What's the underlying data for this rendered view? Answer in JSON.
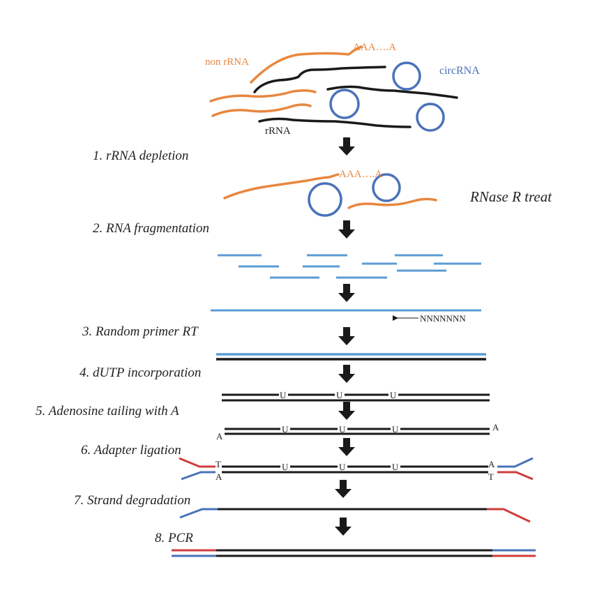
{
  "colors": {
    "orange": "#E8873F",
    "blue": "#4A72B8",
    "light_blue": "#5B9BD5",
    "black": "#1A1A1A",
    "red": "#D03C3C"
  },
  "labels": {
    "non_rrna": "non rRNA",
    "polya_top": "AAA….A",
    "circrna": "circRNA",
    "rrna": "rRNA",
    "polya_mid": "AAA….A",
    "rnase_r": "RNase R treat",
    "primer": "NNNNNNN",
    "u": "U",
    "a": "A",
    "t": "T"
  },
  "steps": [
    "1. rRNA depletion",
    "2. RNA fragmentation",
    "3. Random primer RT",
    "4. dUTP incorporation",
    "5. Adenosine tailing with A",
    "6. Adapter ligation",
    "7. Strand degradation",
    "8. PCR"
  ]
}
